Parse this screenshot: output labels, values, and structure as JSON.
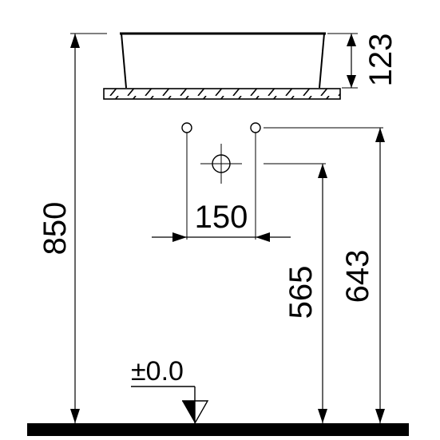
{
  "dimensions": {
    "mounting_height": "850",
    "basin_height": "123",
    "tap_holes_spacing": "150",
    "waste_height": "565",
    "supply_height": "643"
  },
  "floor_level": {
    "label": "±0.0"
  }
}
